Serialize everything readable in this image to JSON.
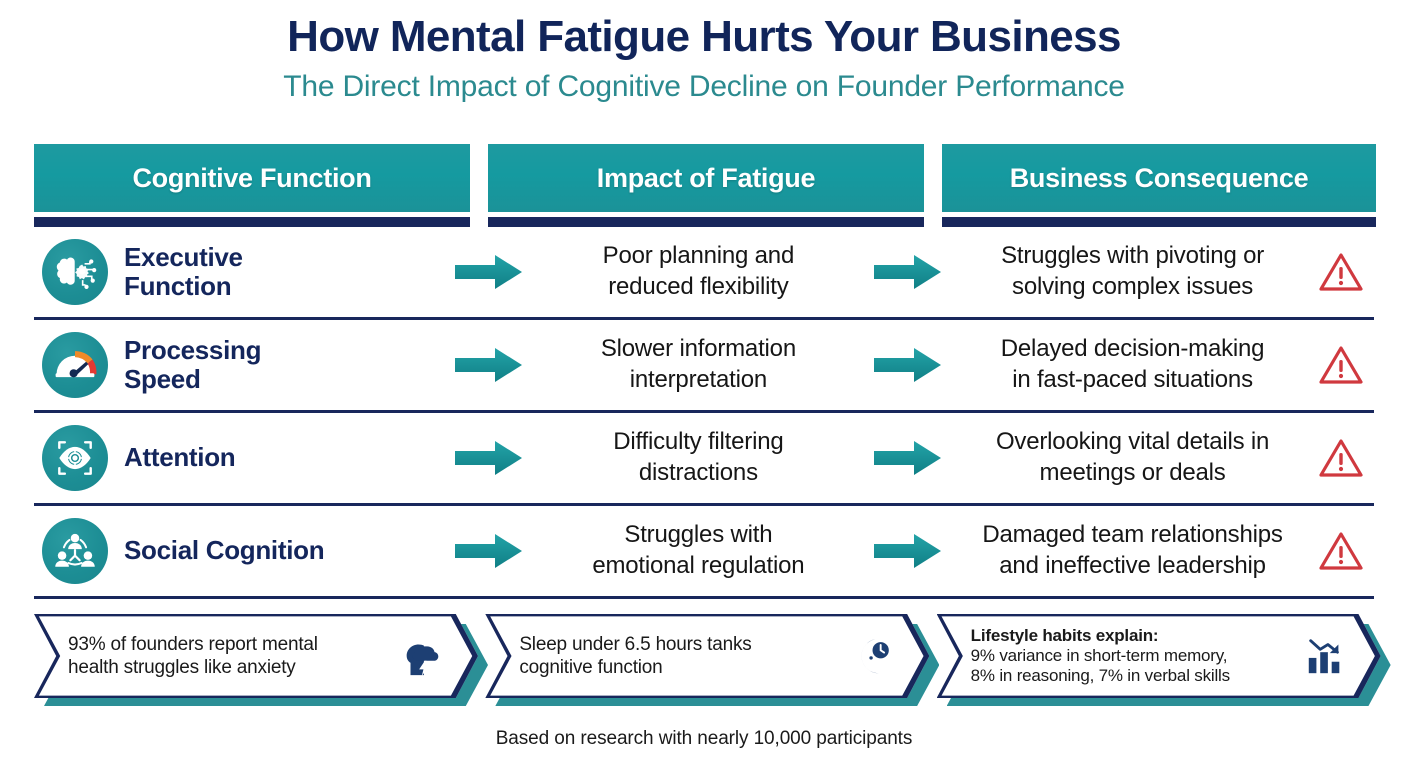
{
  "title": "How Mental Fatigue Hurts Your Business",
  "subtitle": "The Direct Impact of Cognitive Decline on Founder Performance",
  "colors": {
    "navy": "#18275c",
    "teal": "#1a969c",
    "title_navy": "#11255a",
    "subtitle_teal": "#2b8a8f",
    "warning_red": "#d0393f",
    "body_text": "#161616"
  },
  "headers": [
    {
      "label": "Cognitive Function"
    },
    {
      "label": "Impact of Fatigue"
    },
    {
      "label": "Business Consequence"
    }
  ],
  "rows": [
    {
      "icon": "brain-gear-icon",
      "function": "Executive Function",
      "function_line1": "Executive",
      "function_line2": "Function",
      "impact_line1": "Poor planning and",
      "impact_line2": "reduced flexibility",
      "consequence_line1": "Struggles with pivoting or",
      "consequence_line2": "solving complex issues",
      "warning": "warning-triangle-icon"
    },
    {
      "icon": "gauge-icon",
      "function": "Processing Speed",
      "function_line1": "Processing",
      "function_line2": "Speed",
      "impact_line1": "Slower information",
      "impact_line2": "interpretation",
      "consequence_line1": "Delayed decision-making",
      "consequence_line2": "in fast-paced situations",
      "warning": "warning-triangle-icon"
    },
    {
      "icon": "eye-focus-icon",
      "function": "Attention",
      "function_line1": "Attention",
      "function_line2": "",
      "impact_line1": "Difficulty filtering",
      "impact_line2": "distractions",
      "consequence_line1": "Overlooking vital details in",
      "consequence_line2": "meetings or deals",
      "warning": "warning-triangle-icon"
    },
    {
      "icon": "team-network-icon",
      "function": "Social Cognition",
      "function_line1": "Social Cognition",
      "function_line2": "",
      "impact_line1": "Struggles with",
      "impact_line2": "emotional regulation",
      "consequence_line1": "Damaged team relationships",
      "consequence_line2": "and ineffective leadership",
      "warning": "warning-triangle-icon"
    }
  ],
  "banners": [
    {
      "icon": "head-storm-cloud-icon",
      "line1": "93% of founders report mental",
      "line2": "health struggles like anxiety",
      "line3": "",
      "bold_first": false
    },
    {
      "icon": "moon-clock-icon",
      "line1": "Sleep under 6.5 hours tanks",
      "line2": "cognitive function",
      "line3": "",
      "bold_first": false
    },
    {
      "icon": "declining-bar-chart-icon",
      "line1": "Lifestyle habits explain:",
      "line2": "9% variance in short-term memory,",
      "line3": "8% in reasoning, 7% in verbal skills",
      "bold_first": true
    }
  ],
  "footer": "Based on research with nearly 10,000 participants"
}
